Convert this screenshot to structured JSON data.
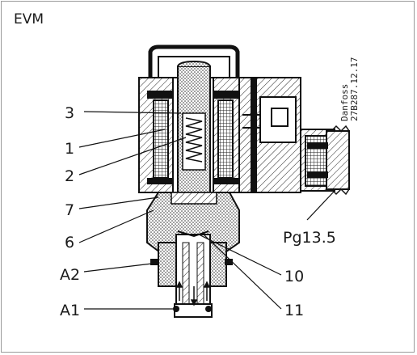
{
  "figure": {
    "title": "EVM",
    "code_line1": "Danfoss",
    "code_line2": "27B287.12.17"
  },
  "callouts": [
    {
      "id": "3",
      "text": "3"
    },
    {
      "id": "1",
      "text": "1"
    },
    {
      "id": "2",
      "text": "2"
    },
    {
      "id": "7",
      "text": "7"
    },
    {
      "id": "6",
      "text": "6"
    },
    {
      "id": "A2",
      "text": "A2"
    },
    {
      "id": "A1",
      "text": "A1"
    },
    {
      "id": "pg",
      "text": "Pg13.5"
    },
    {
      "id": "10",
      "text": "10"
    },
    {
      "id": "11",
      "text": "11"
    }
  ]
}
